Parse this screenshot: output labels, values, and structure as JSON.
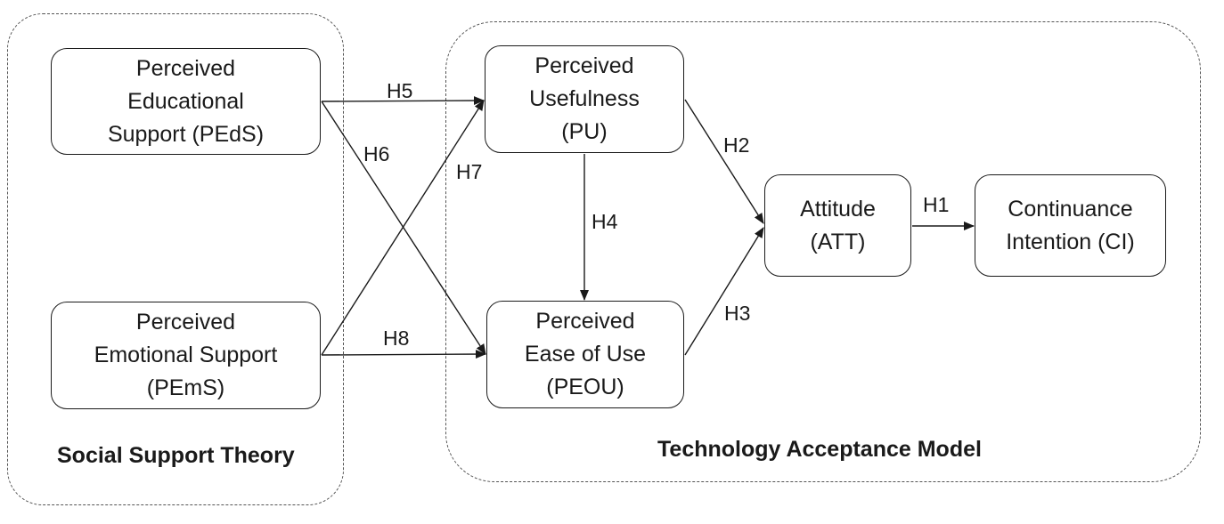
{
  "groups": {
    "social_support_theory": "Social Support Theory",
    "technology_acceptance_model": "Technology Acceptance Model"
  },
  "nodes": {
    "peds": "Perceived\nEducational\nSupport (PEdS)",
    "pems": "Perceived\nEmotional Support\n(PEmS)",
    "pu": "Perceived\nUsefulness\n(PU)",
    "peou": "Perceived\nEase of Use\n(PEOU)",
    "att": "Attitude\n(ATT)",
    "ci": "Continuance\nIntention (CI)"
  },
  "hypotheses": {
    "h1": "H1",
    "h2": "H2",
    "h3": "H3",
    "h4": "H4",
    "h5": "H5",
    "h6": "H6",
    "h7": "H7",
    "h8": "H8"
  },
  "edges": [
    {
      "from": "PEdS",
      "to": "PU",
      "label": "H5"
    },
    {
      "from": "PEdS",
      "to": "PEOU",
      "label": "H6"
    },
    {
      "from": "PEmS",
      "to": "PU",
      "label": "H7"
    },
    {
      "from": "PEmS",
      "to": "PEOU",
      "label": "H8"
    },
    {
      "from": "PU",
      "to": "PEOU",
      "label": "H4"
    },
    {
      "from": "PU",
      "to": "ATT",
      "label": "H2"
    },
    {
      "from": "PEOU",
      "to": "ATT",
      "label": "H3"
    },
    {
      "from": "ATT",
      "to": "CI",
      "label": "H1"
    }
  ],
  "colors": {
    "stroke": "#1a1a1a",
    "group_border": "#555555",
    "background": "#ffffff"
  }
}
